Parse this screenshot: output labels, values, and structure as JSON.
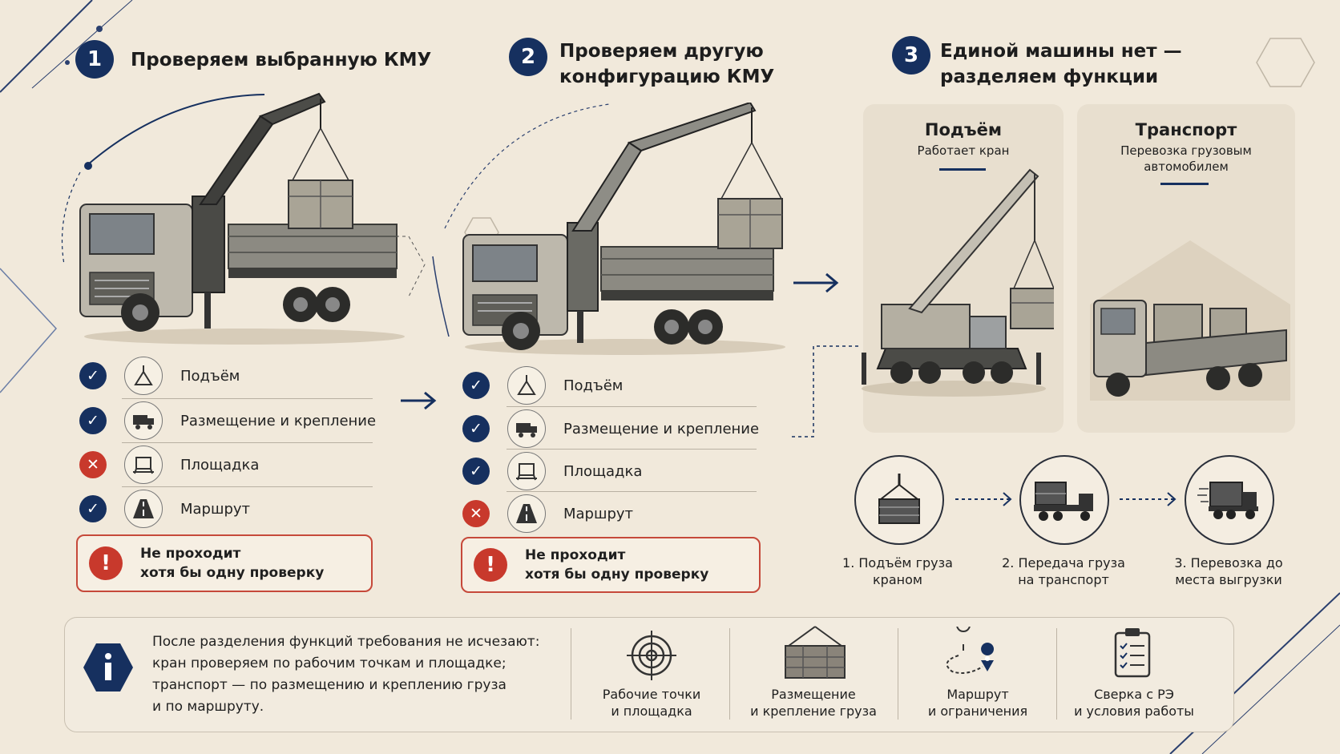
{
  "steps": [
    {
      "num": "1",
      "title": "Проверяем выбранную КМУ"
    },
    {
      "num": "2",
      "title": "Проверяем другую\nконфигурацию КМУ"
    },
    {
      "num": "3",
      "title": "Единой машины нет —\nразделяем функции"
    }
  ],
  "checklist1": [
    {
      "status": "ok",
      "icon": "lift-icon",
      "label": "Подъём"
    },
    {
      "status": "ok",
      "icon": "truck-icon",
      "label": "Размещение и крепление"
    },
    {
      "status": "bad",
      "icon": "platform-icon",
      "label": "Площадка"
    },
    {
      "status": "ok",
      "icon": "road-icon",
      "label": "Маршрут"
    }
  ],
  "checklist2": [
    {
      "status": "ok",
      "icon": "lift-icon",
      "label": "Подъём"
    },
    {
      "status": "ok",
      "icon": "truck-icon",
      "label": "Размещение и крепление"
    },
    {
      "status": "ok",
      "icon": "platform-icon",
      "label": "Площадка"
    },
    {
      "status": "bad",
      "icon": "road-icon",
      "label": "Маршрут"
    }
  ],
  "warning": {
    "text": "Не проходит\nхотя бы одну проверку"
  },
  "split": {
    "lift": {
      "title": "Подъём",
      "sub": "Работает кран"
    },
    "transport": {
      "title": "Транспорт",
      "sub": "Перевозка грузовым\nавтомобилем"
    }
  },
  "flow": [
    {
      "icon": "crate-hook-icon",
      "label": "1. Подъём груза\nкраном"
    },
    {
      "icon": "loaded-truck-icon",
      "label": "2. Передача груза\nна транспорт"
    },
    {
      "icon": "moving-truck-icon",
      "label": "3. Перевозка до\nместа выгрузки"
    }
  ],
  "info": {
    "icon": "info-icon",
    "text": "После разделения функций требования не исчезают:\nкран проверяем по рабочим точкам и площадке;\nтранспорт — по размещению и креплению груза\nи по маршруту.",
    "features": [
      {
        "icon": "target-icon",
        "label": "Рабочие точки\nи площадка"
      },
      {
        "icon": "crate-icon",
        "label": "Размещение\nи крепление груза"
      },
      {
        "icon": "route-icon",
        "label": "Маршрут\nи ограничения"
      },
      {
        "icon": "clipboard-icon",
        "label": "Сверка с РЭ\nи условия работы"
      }
    ]
  },
  "colors": {
    "navy": "#16305f",
    "red": "#c8392c",
    "background": "#f1e9db"
  }
}
